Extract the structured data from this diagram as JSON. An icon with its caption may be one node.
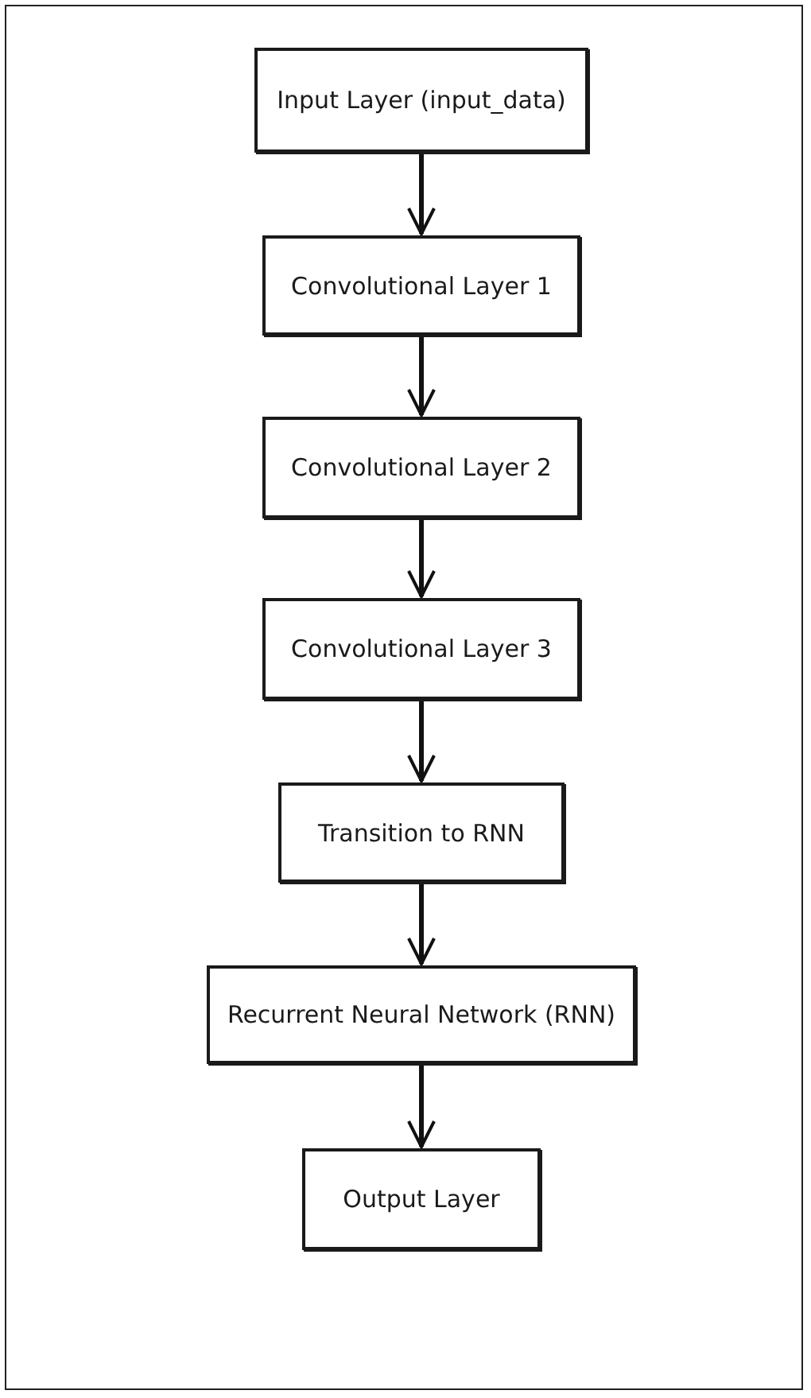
{
  "diagram": {
    "nodes": [
      {
        "text": [
          "Input Layer (input_data)"
        ]
      },
      {
        "text": [
          "Convolutional Layer 1"
        ]
      },
      {
        "text": [
          "Convolutional Layer 2"
        ]
      },
      {
        "text": [
          "Convolutional Layer 3"
        ]
      },
      {
        "text": [
          "Transition to RNN"
        ]
      },
      {
        "text": [
          "Recurrent Neural Network (RNN)"
        ]
      },
      {
        "text": [
          "Output Layer"
        ]
      }
    ],
    "edges": [
      {
        "from": 0,
        "to": 1,
        "arrow": "to"
      },
      {
        "from": 1,
        "to": 2,
        "arrow": "to"
      },
      {
        "from": 2,
        "to": 3,
        "arrow": "to"
      },
      {
        "from": 3,
        "to": 4,
        "arrow": "to"
      },
      {
        "from": 4,
        "to": 5,
        "arrow": "to"
      },
      {
        "from": 5,
        "to": 6,
        "arrow": "to"
      }
    ]
  }
}
